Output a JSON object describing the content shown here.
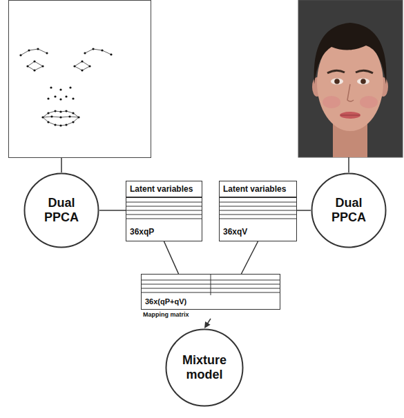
{
  "diagram": {
    "nodes": [
      {
        "text": [
          "Dual PPCA"
        ]
      },
      {
        "text": [
          "Latent variables",
          "36xqP"
        ]
      },
      {
        "text": [
          "Latent variables",
          "36xqV"
        ]
      },
      {
        "text": [
          "Dual PPCA"
        ]
      },
      {
        "text": [
          "36x(qP+qV)",
          "Mapping matrix"
        ]
      },
      {
        "text": [
          "Mixture model"
        ]
      }
    ],
    "edges": [
      {
        "from": 0,
        "to": 1,
        "arrow": "none"
      },
      {
        "from": 2,
        "to": 3,
        "arrow": "none"
      },
      {
        "from": 1,
        "to": 4,
        "arrow": "none"
      },
      {
        "from": 2,
        "to": 4,
        "arrow": "none"
      },
      {
        "from": 4,
        "to": 5,
        "arrow": "to"
      }
    ]
  }
}
